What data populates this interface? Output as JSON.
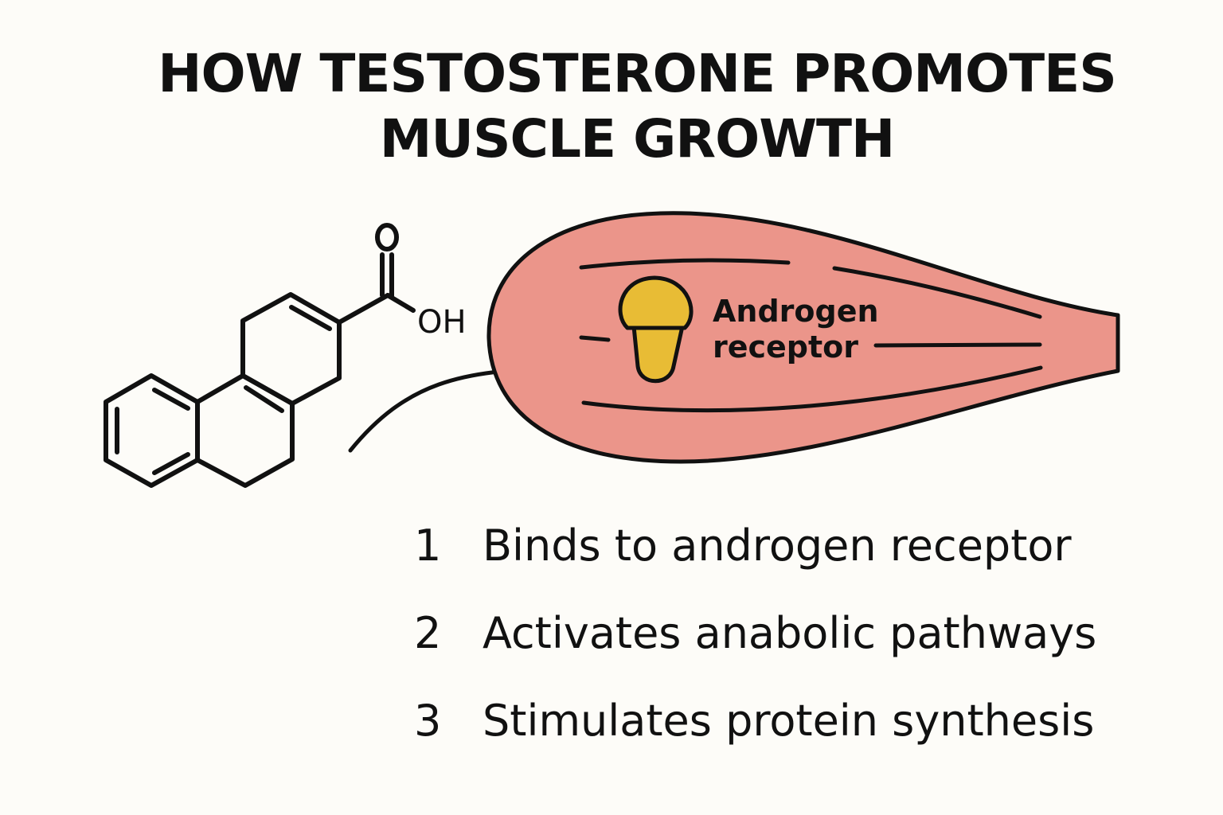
{
  "title": {
    "line1": "HOW TESTOSTERONE PROMOTES",
    "line2": "MUSCLE GROWTH"
  },
  "molecule": {
    "carbonyl_label": "O",
    "hydroxyl_label": "OH"
  },
  "muscle": {
    "receptor_label_line1": "Androgen",
    "receptor_label_line2": "receptor"
  },
  "steps": [
    {
      "number": "1",
      "text": "Binds to androgen receptor"
    },
    {
      "number": "2",
      "text": "Activates anabolic pathways"
    },
    {
      "number": "3",
      "text": "Stimulates protein synthesis"
    }
  ],
  "colors": {
    "muscle_fill": "#eb958a",
    "receptor_fill": "#e8bc35",
    "outline": "#111111",
    "background": "#fdfcf8"
  }
}
